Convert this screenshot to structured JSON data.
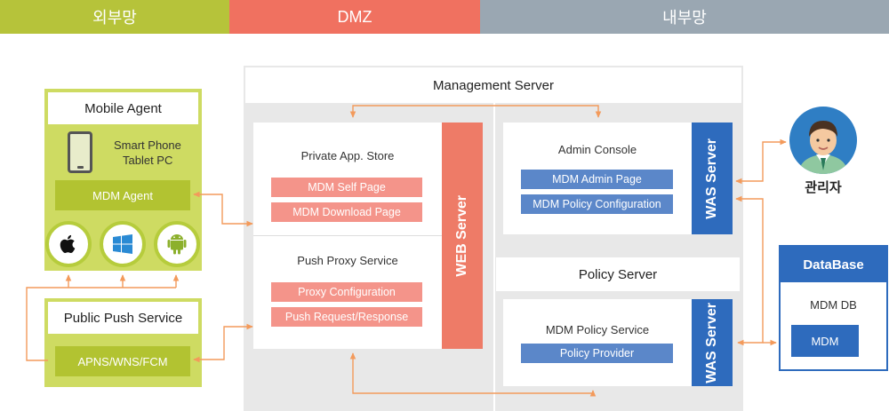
{
  "zones": {
    "external": "외부망",
    "dmz": "DMZ",
    "internal": "내부망"
  },
  "colors": {
    "external": "#b6c33a",
    "dmz": "#f07160",
    "internal": "#9aa7b2",
    "lime": "#cedb62",
    "blue": "#2e6bbd",
    "orange": "#ee7b67",
    "arrow": "#f39a5b"
  },
  "mobile_agent": {
    "title": "Mobile Agent",
    "device_line1": "Smart Phone",
    "device_line2": "Tablet PC",
    "agent": "MDM Agent",
    "os_icons": [
      "apple-icon",
      "windows-icon",
      "android-icon"
    ]
  },
  "public_push": {
    "title": "Public Push Service",
    "item": "APNS/WNS/FCM"
  },
  "management_server": {
    "title": "Management Server"
  },
  "private_store": {
    "title": "Private App. Store",
    "items": [
      "MDM Self Page",
      "MDM Download Page"
    ]
  },
  "push_proxy": {
    "title": "Push Proxy Service",
    "items": [
      "Proxy Configuration",
      "Push Request/Response"
    ]
  },
  "web_server": {
    "label": "WEB Server"
  },
  "admin_console": {
    "title": "Admin Console",
    "items": [
      "MDM Admin Page",
      "MDM Policy Configuration"
    ]
  },
  "was_server": {
    "label": "WAS Server"
  },
  "policy_server": {
    "title": "Policy Server",
    "service": "MDM Policy Service",
    "provider": "Policy Provider"
  },
  "admin_user": {
    "label": "관리자",
    "icon": "admin-avatar-icon"
  },
  "database": {
    "title": "DataBase",
    "subtitle": "MDM DB",
    "item": "MDM"
  }
}
